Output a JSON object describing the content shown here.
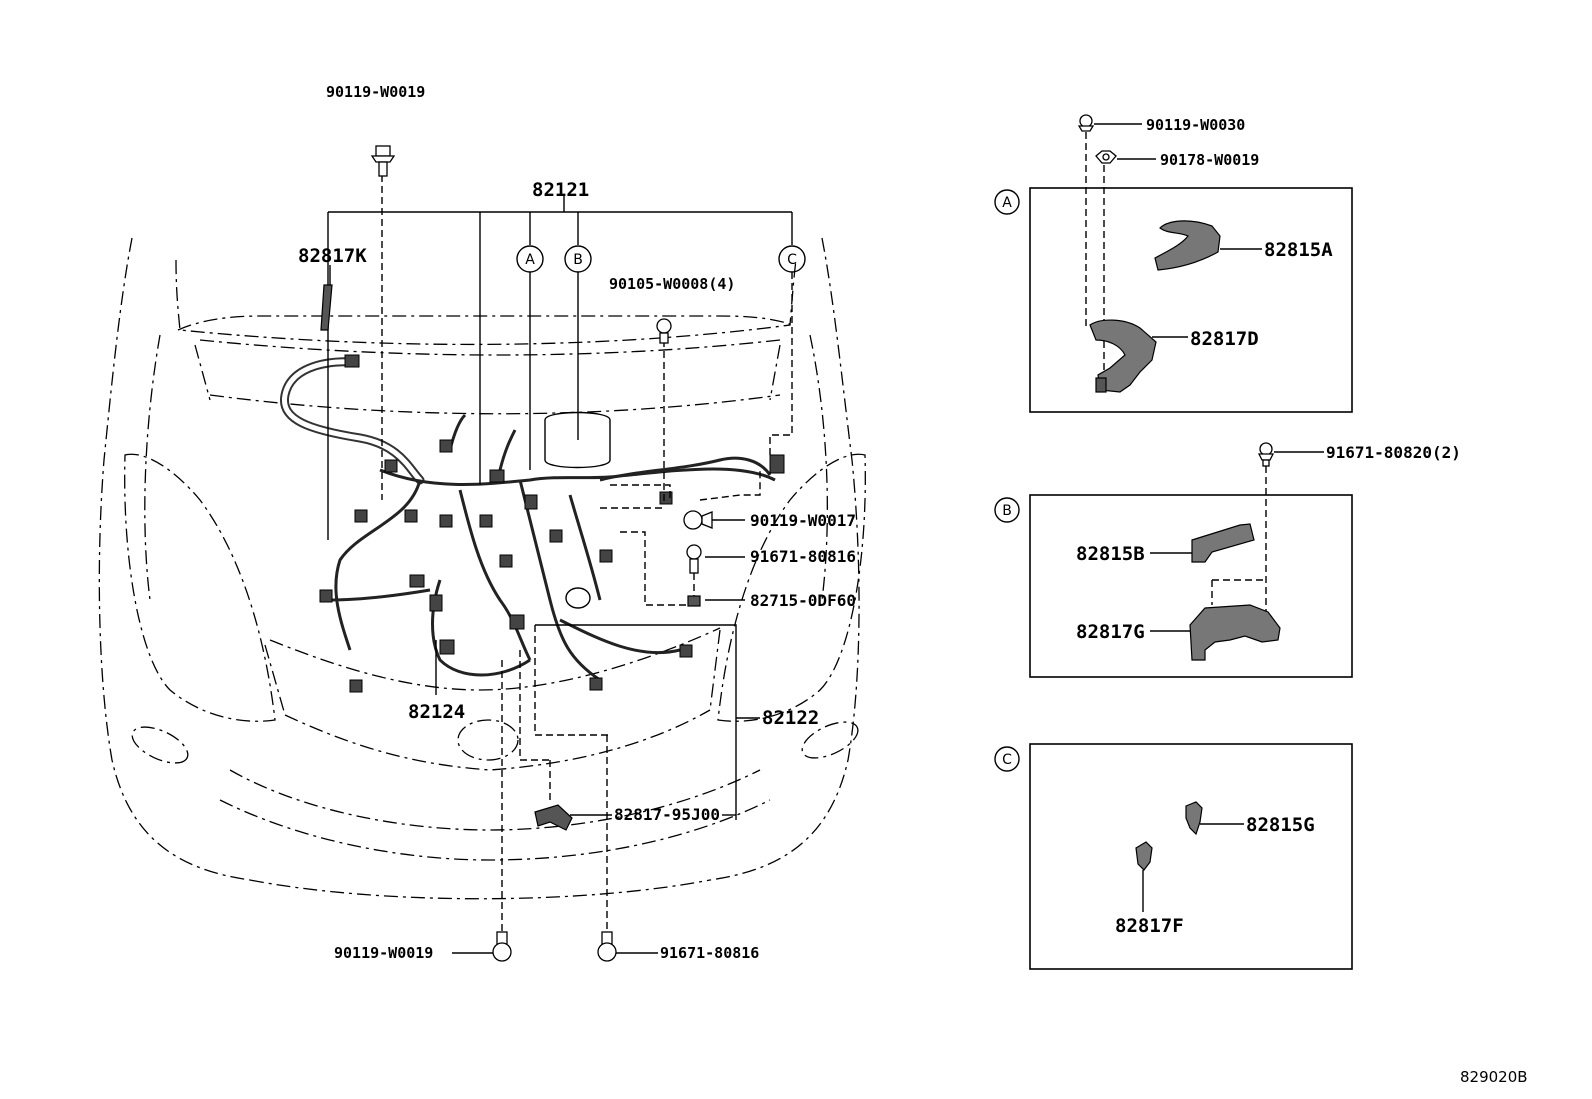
{
  "labels": {
    "bolt_top_left": "90119-W0019",
    "harness_main": "82121",
    "clamp_k": "82817K",
    "bolt_qty4": "90105-W0008(4)",
    "bolt_90119_w0017": "90119-W0017",
    "bolt_91671_mid": "91671-80816",
    "bracket_82715": "82715-0DF60",
    "harness_82124": "82124",
    "harness_82122": "82122",
    "clamp_95j00": "82817-95J00",
    "bolt_bottom_left": "90119-W0019",
    "bolt_bottom_right": "91671-80816",
    "bolt_90119_w0030": "90119-W0030",
    "nut_90178": "90178-W0019",
    "part_82815a": "82815A",
    "part_82817d": "82817D",
    "bolt_91671_qty2": "91671-80820(2)",
    "part_82815b": "82815B",
    "part_82817g": "82817G",
    "part_82815g": "82815G",
    "part_82817f": "82817F",
    "diagram_code": "829020B"
  },
  "callouts": {
    "a": "A",
    "b": "B",
    "c": "C"
  },
  "colors": {
    "line": "#000000",
    "part_fill": "#777777",
    "background": "#ffffff"
  }
}
